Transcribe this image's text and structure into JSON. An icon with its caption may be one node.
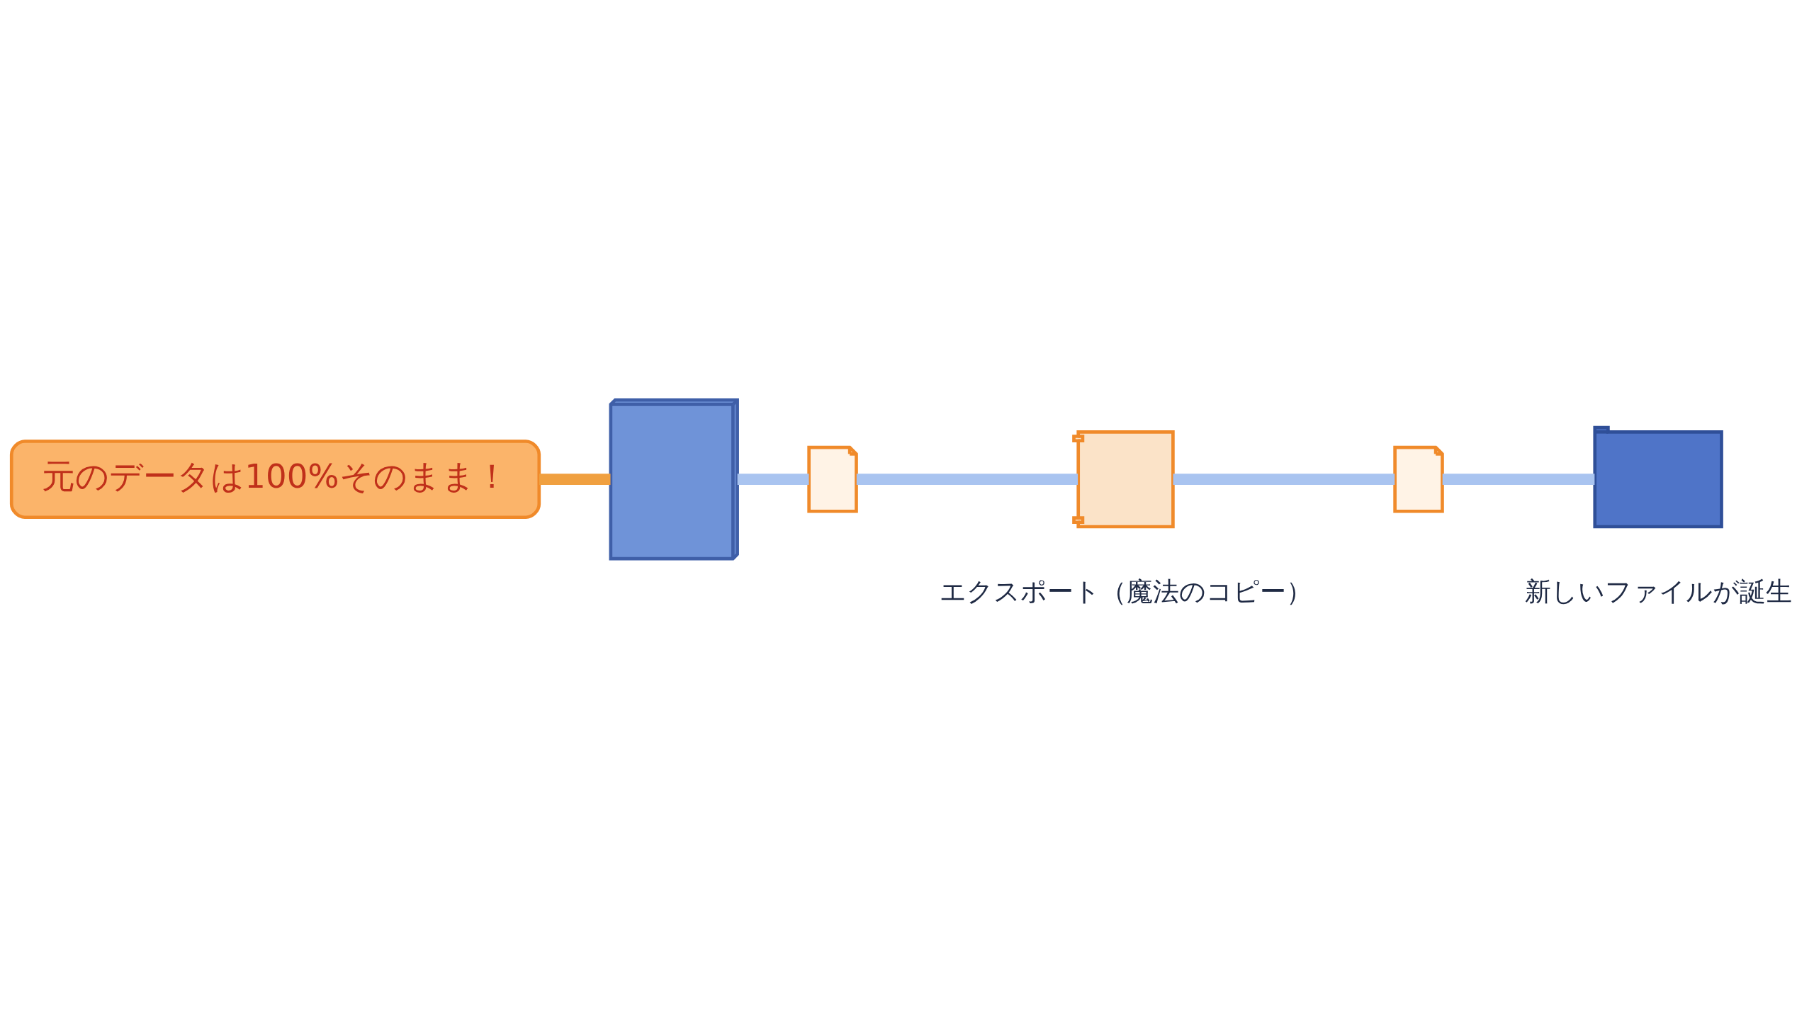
{
  "diagram": {
    "nodes": [
      {
        "text": [
          "元のデータは100%そのまま！"
        ]
      },
      {
        "text": [],
        "shape": "picture"
      },
      {
        "text": [],
        "shape": "picture"
      },
      {
        "text": [],
        "shape": "picture",
        "beside": [
          "エクスポート（魔法のコピー）"
        ]
      },
      {
        "text": [],
        "shape": "picture"
      },
      {
        "text": [],
        "shape": "picture",
        "beside": [
          "新しいファイルが誕生"
        ]
      }
    ],
    "edges": [
      {
        "from": 0,
        "to": 1,
        "arrow": "none",
        "color": "#f0a040"
      },
      {
        "from": 1,
        "to": 2,
        "arrow": "none"
      },
      {
        "from": 2,
        "to": 3,
        "arrow": "none"
      },
      {
        "from": 3,
        "to": 4,
        "arrow": "none"
      },
      {
        "from": 4,
        "to": 5,
        "arrow": "none"
      }
    ]
  }
}
